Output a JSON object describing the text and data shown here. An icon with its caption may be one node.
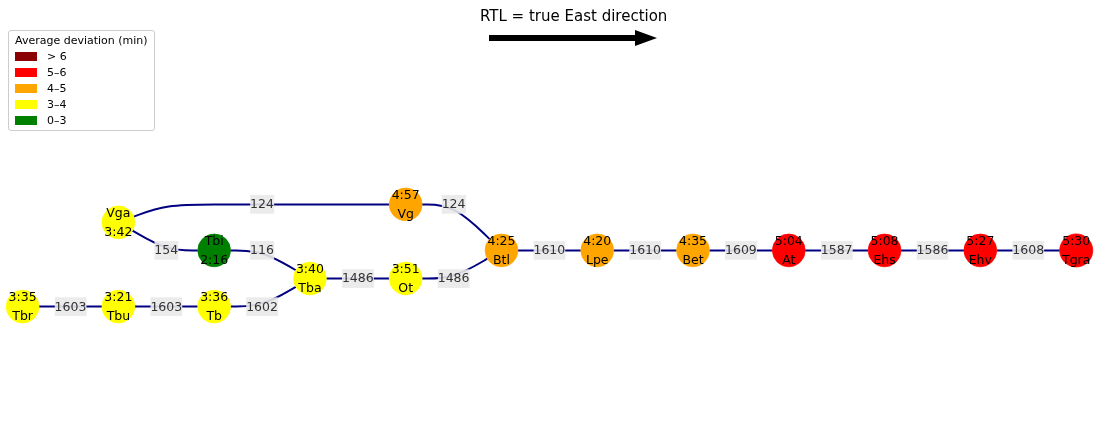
{
  "diagram": {
    "title": "RTL = true East direction",
    "nodes": [
      {
        "text": [
          "Vga",
          "3:42"
        ]
      },
      {
        "text": [
          "Tbi",
          "2:16"
        ]
      },
      {
        "text": [
          "4:57",
          "Vg"
        ]
      },
      {
        "text": [
          "3:35",
          "Tbr"
        ]
      },
      {
        "text": [
          "3:21",
          "Tbu"
        ]
      },
      {
        "text": [
          "3:36",
          "Tb"
        ]
      },
      {
        "text": [
          "3:40",
          "Tba"
        ]
      },
      {
        "text": [
          "3:51",
          "Ot"
        ]
      },
      {
        "text": [
          "4:25",
          "Btl"
        ]
      },
      {
        "text": [
          "4:20",
          "Lpe"
        ]
      },
      {
        "text": [
          "4:35",
          "Bet"
        ]
      },
      {
        "text": [
          "5:04",
          "At"
        ]
      },
      {
        "text": [
          "5:08",
          "Ehs"
        ]
      },
      {
        "text": [
          "5:27",
          "Ehv"
        ]
      },
      {
        "text": [
          "5:30",
          "Tgra"
        ]
      }
    ],
    "edges": [
      {
        "from": 0,
        "to": 1,
        "arrow": "none",
        "label": "154"
      },
      {
        "from": 0,
        "to": 2,
        "arrow": "none",
        "label": "124"
      },
      {
        "from": 1,
        "to": 6,
        "arrow": "none",
        "label": "116"
      },
      {
        "from": 2,
        "to": 8,
        "arrow": "none",
        "label": "124"
      },
      {
        "from": 3,
        "to": 4,
        "arrow": "none",
        "label": "1603"
      },
      {
        "from": 4,
        "to": 5,
        "arrow": "none",
        "label": "1603"
      },
      {
        "from": 5,
        "to": 6,
        "arrow": "none",
        "label": "1602"
      },
      {
        "from": 6,
        "to": 7,
        "arrow": "none",
        "label": "1486"
      },
      {
        "from": 7,
        "to": 8,
        "arrow": "none",
        "label": "1486"
      },
      {
        "from": 8,
        "to": 9,
        "arrow": "none",
        "label": "1610"
      },
      {
        "from": 9,
        "to": 10,
        "arrow": "none",
        "label": "1610"
      },
      {
        "from": 10,
        "to": 11,
        "arrow": "none",
        "label": "1609"
      },
      {
        "from": 11,
        "to": 12,
        "arrow": "none",
        "label": "1587"
      },
      {
        "from": 12,
        "to": 13,
        "arrow": "none",
        "label": "1586"
      },
      {
        "from": 13,
        "to": 14,
        "arrow": "none",
        "label": "1608"
      }
    ],
    "labels": [
      "Average deviation (min)"
    ],
    "legend": [
      {
        "text": "> 6",
        "color": "#8b0000"
      },
      {
        "text": "5–6",
        "color": "#ff0000"
      },
      {
        "text": "4–5",
        "color": "#ffa500"
      },
      {
        "text": "3–4",
        "color": "#ffff00"
      },
      {
        "text": "0–3",
        "color": "#008000"
      }
    ]
  }
}
